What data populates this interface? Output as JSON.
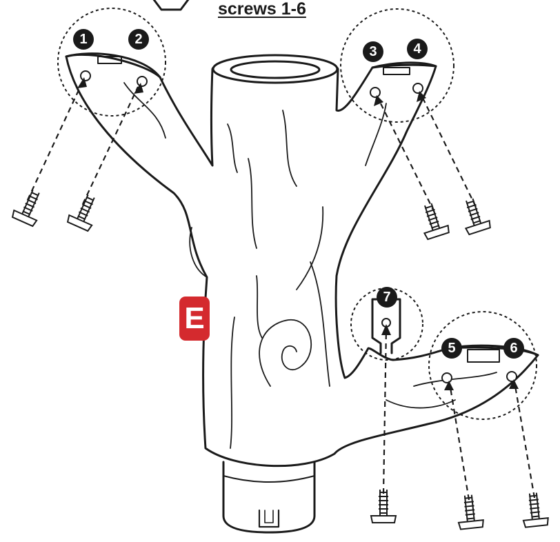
{
  "header": {
    "title": "screws 1-6"
  },
  "part": {
    "letter": "E",
    "color": "#d42a2e"
  },
  "callouts": [
    {
      "id": "c1",
      "label": "1"
    },
    {
      "id": "c2",
      "label": "2"
    },
    {
      "id": "c3",
      "label": "3"
    },
    {
      "id": "c4",
      "label": "4"
    },
    {
      "id": "c5",
      "label": "5"
    },
    {
      "id": "c6",
      "label": "6"
    },
    {
      "id": "c7",
      "label": "7"
    }
  ],
  "colors": {
    "ink": "#1a1a1a",
    "paper": "#ffffff"
  }
}
